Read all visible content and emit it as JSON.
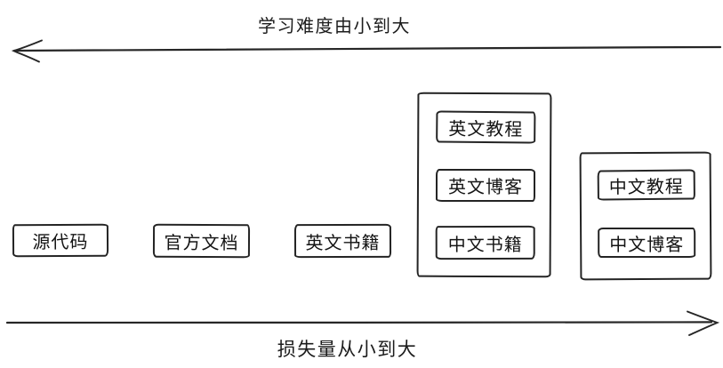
{
  "diagram": {
    "colors": {
      "stroke": "#242424",
      "background": "#ffffff",
      "text": "#1c1c1c"
    },
    "top_axis": {
      "label": "学习难度由小到大",
      "direction": "left"
    },
    "bottom_axis": {
      "label": "损失量从小到大",
      "direction": "right"
    },
    "standalone_boxes": [
      {
        "label": "源代码"
      },
      {
        "label": "官方文档"
      },
      {
        "label": "英文书籍"
      }
    ],
    "groups": [
      {
        "items": [
          {
            "label": "英文教程"
          },
          {
            "label": "英文博客"
          },
          {
            "label": "中文书籍"
          }
        ]
      },
      {
        "items": [
          {
            "label": "中文教程"
          },
          {
            "label": "中文博客"
          }
        ]
      }
    ]
  }
}
